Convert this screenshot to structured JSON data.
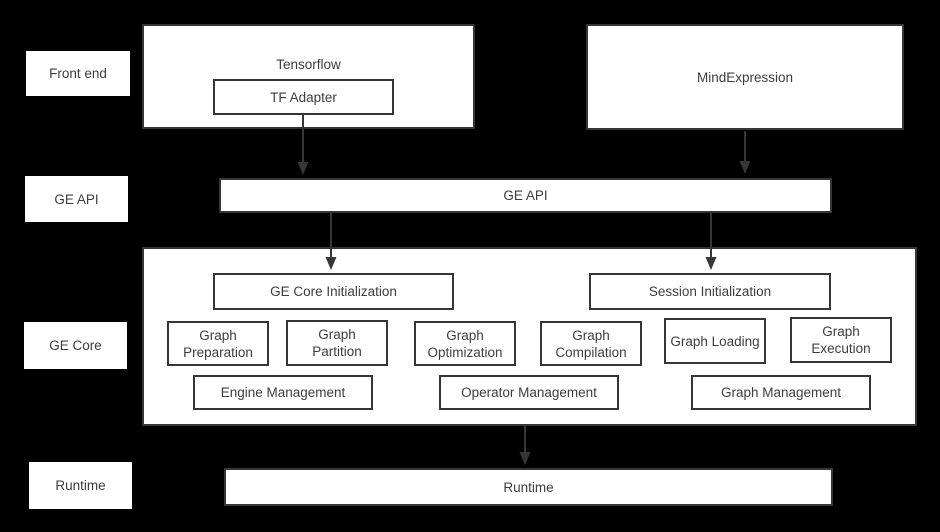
{
  "colors": {
    "background": "#000000",
    "box_fill": "#ffffff",
    "border": "#363636",
    "text": "#3d3d3d",
    "arrow": "#363636"
  },
  "layers": {
    "front_end_label": "Front end",
    "ge_api_label": "GE API",
    "ge_core_label": "GE Core",
    "runtime_label": "Runtime"
  },
  "front_end": {
    "tensorflow_label": "Tensorflow",
    "tf_adapter_label": "TF Adapter",
    "mindexpression_label": "MindExpression"
  },
  "ge_api": {
    "bar_label": "GE API"
  },
  "ge_core": {
    "init_label": "GE Core Initialization",
    "session_init_label": "Session Initialization",
    "modules": [
      "Graph Preparation",
      "Graph Partition",
      "Graph Optimization",
      "Graph Compilation",
      "Graph Loading",
      "Graph Execution"
    ],
    "management": [
      "Engine Management",
      "Operator Management",
      "Graph Management"
    ]
  },
  "runtime": {
    "bar_label": "Runtime"
  }
}
